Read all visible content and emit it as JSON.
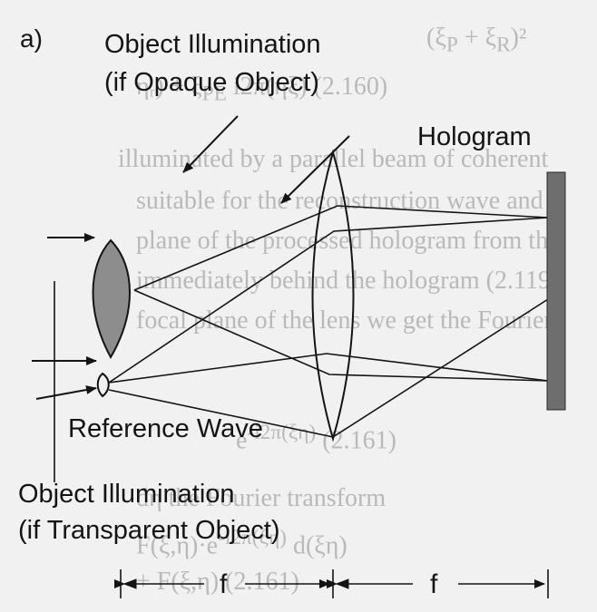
{
  "panel_label": "a)",
  "labels": {
    "object_illumination_opaque_line1": "Object Illumination",
    "object_illumination_opaque_line2": "(if Opaque Object)",
    "hologram": "Hologram",
    "reference_wave": "Reference Wave",
    "object_illumination_transparent_line1": "Object Illumination",
    "object_illumination_transparent_line2": "(if Transparent Object)",
    "focal_length_left": "f",
    "focal_length_right": "f"
  },
  "colors": {
    "background": "#f1f1f1",
    "ink": "#141414",
    "object_fill": "#8d8d8d",
    "hologram_fill": "#6e6e6e",
    "show_through_text": "#b9b9b9"
  }
}
